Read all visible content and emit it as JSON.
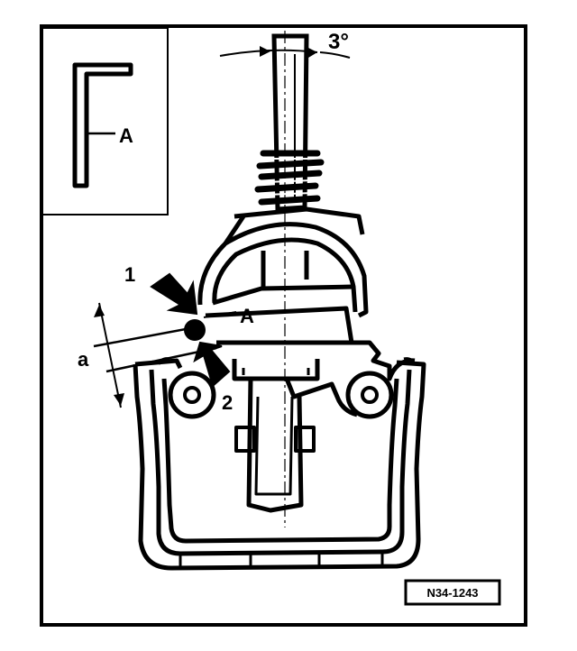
{
  "figure": {
    "inset_label": "A",
    "callout_label": "A",
    "marker_1": "1",
    "marker_2": "2",
    "dimension_label": "a",
    "angle_label": "3°",
    "reference_code": "N34-1243"
  },
  "colors": {
    "ink": "#000000",
    "paper": "#ffffff"
  }
}
